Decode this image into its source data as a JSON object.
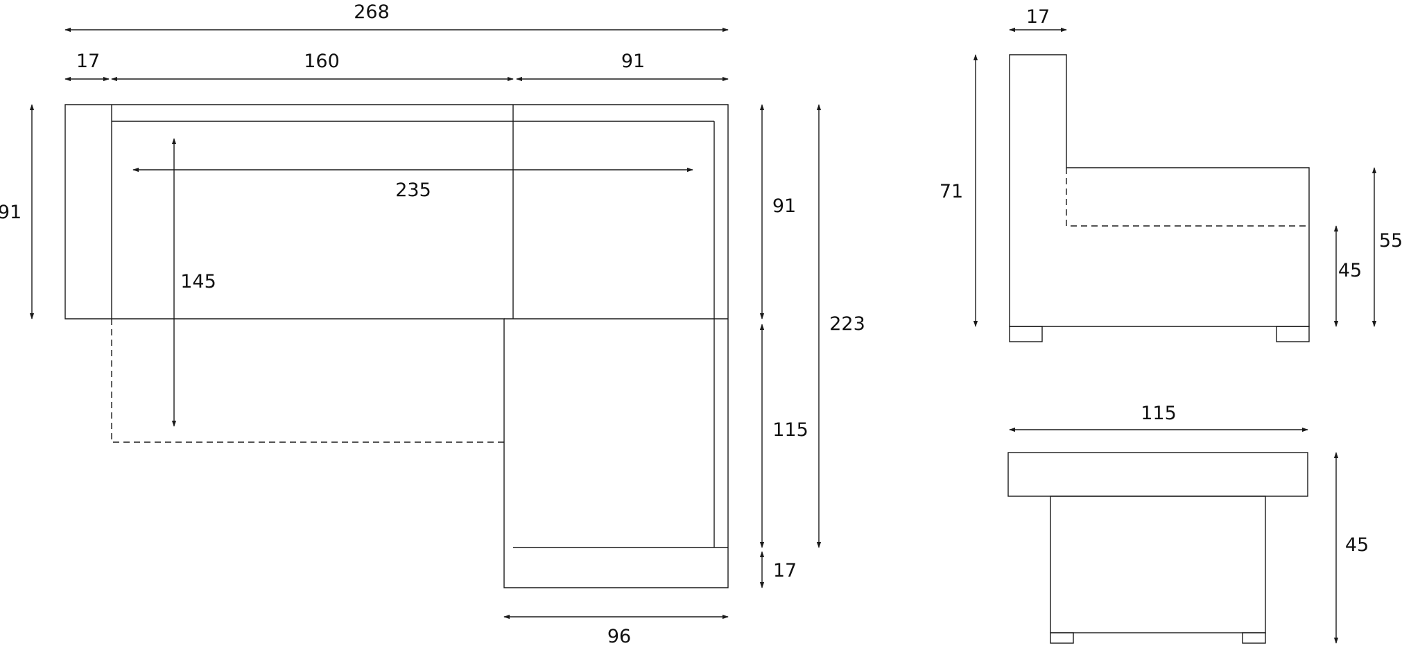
{
  "plan_view": {
    "overall_width": "268",
    "armrest_width": "17",
    "seat_width": "160",
    "corner_width": "91",
    "depth_left": "91",
    "seat_span": "235",
    "chaise_depth": "145",
    "depth_right": "91",
    "total_length": "223",
    "chaise_length": "115",
    "end_arm_depth": "17",
    "chaise_width": "96"
  },
  "side_view": {
    "back_thickness": "17",
    "back_height": "71",
    "arm_height": "55",
    "seat_height": "45"
  },
  "end_view": {
    "width": "115",
    "height": "45"
  }
}
